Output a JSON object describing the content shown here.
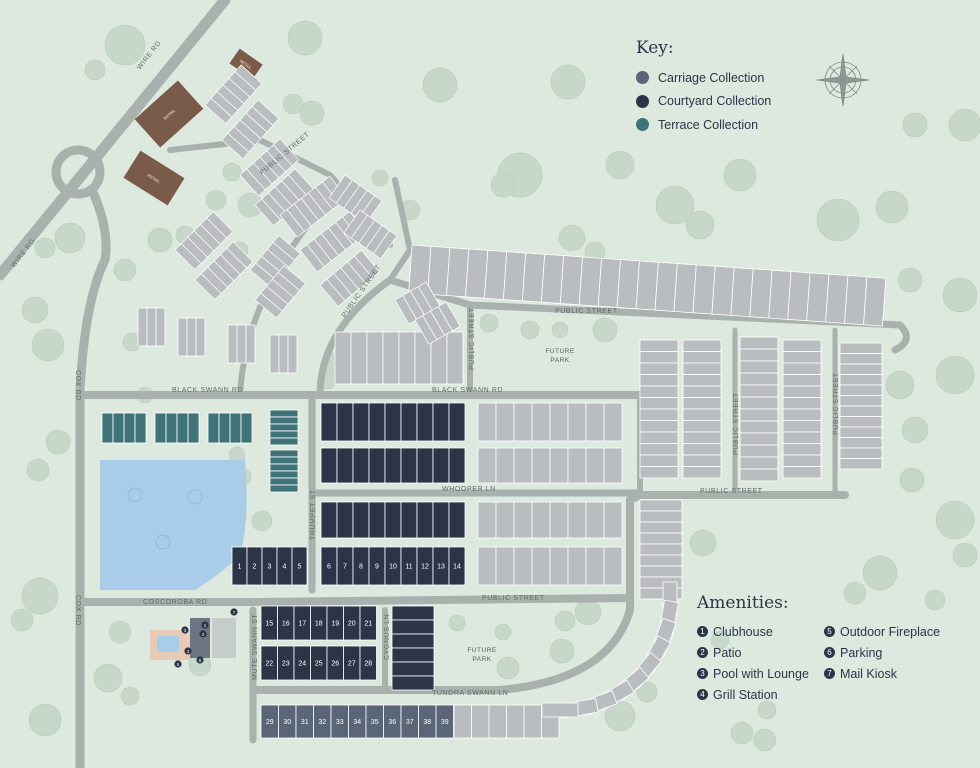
{
  "colors": {
    "background": "#dde8df",
    "road": "#a8b1ad",
    "carriage": "#5a6577",
    "courtyard": "#2c3548",
    "terrace": "#3f7378",
    "future_lot": "#b9bdbf",
    "lake": "#a9cde8",
    "retail": "#7a5a48",
    "tree": "#c7d7c9"
  },
  "legend": {
    "title": "Key:",
    "items": [
      {
        "label": "Carriage Collection",
        "color": "#5a6577"
      },
      {
        "label": "Courtyard Collection",
        "color": "#2c3548"
      },
      {
        "label": "Terrace Collection",
        "color": "#3f7378"
      }
    ]
  },
  "amenities": {
    "title": "Amenities:",
    "items": [
      {
        "num": "1",
        "label": "Clubhouse"
      },
      {
        "num": "2",
        "label": "Patio"
      },
      {
        "num": "3",
        "label": "Pool with Lounge"
      },
      {
        "num": "4",
        "label": "Grill Station"
      },
      {
        "num": "5",
        "label": "Outdoor Fireplace"
      },
      {
        "num": "6",
        "label": "Parking"
      },
      {
        "num": "7",
        "label": "Mail Kiosk"
      }
    ]
  },
  "streets": {
    "wire_rd": "WIRE RD",
    "cox_rd": "COX RD",
    "black_swann_rd": "BLACK SWANN RD",
    "whooper_ln": "WHOOPER LN",
    "coscoroba_rd": "COSCOROBA RD",
    "tundra_swann_ln": "TUNDRA SWANN LN",
    "trumpet_st": "TRUMPET ST",
    "mute_swann_st": "MUTE SWANN ST",
    "cygnus_ln": "CYGNUS LN",
    "public_street": "PUBLIC STREET"
  },
  "labels": {
    "future_park": "FUTURE",
    "future_park_2": "PARK",
    "retail": "RETAIL"
  },
  "lots": {
    "row_a": [
      "1",
      "2",
      "3",
      "4",
      "5"
    ],
    "row_b": [
      "6",
      "7",
      "8",
      "9",
      "10",
      "11",
      "12",
      "13",
      "14"
    ],
    "row_c": [
      "15",
      "16",
      "17",
      "18",
      "19",
      "20",
      "21"
    ],
    "row_d": [
      "22",
      "23",
      "24",
      "25",
      "26",
      "27",
      "28"
    ],
    "row_e": [
      "29",
      "30",
      "31",
      "32",
      "33",
      "34",
      "35",
      "36",
      "37",
      "38",
      "39"
    ]
  }
}
